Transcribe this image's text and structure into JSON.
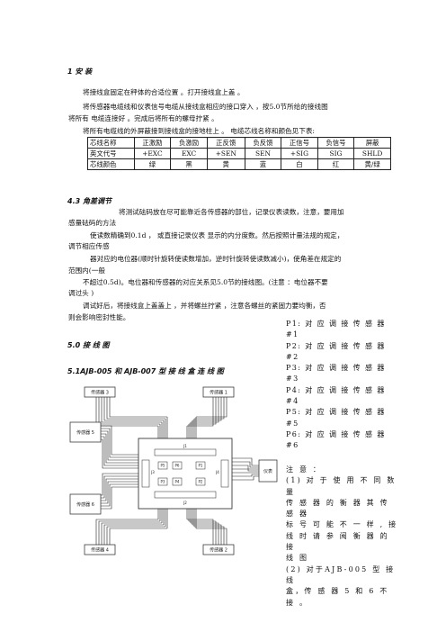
{
  "section1": {
    "heading": "1 安  装",
    "para1": "将接线盒固定在秤体的合适位置  。打开接线盒上盖  。",
    "para2a": "将传感器电缆线和仪表信号电缆从接线盒相应的接口穿入  ，按5.0节所给的接线图",
    "para2b": "将所有  电缆连接好  。完成后将所有的螺母拧紧  。",
    "para3": "将所有电缆线的外屏蔽接到接线盒的接地柱上  。 电缆芯线名称和颜色见下表:"
  },
  "core_table": {
    "rows": [
      [
        "芯线名称",
        "正激励",
        "负激励",
        "正反馈",
        "负反馈",
        "正信号",
        "负信号",
        "屏蔽"
      ],
      [
        "英文代号",
        "+EXC",
        "EXC",
        "+SEN",
        "SEN",
        "+SIG",
        "SIG",
        "SHLD"
      ],
      [
        "芯线颜色",
        "绿",
        "黑",
        "黄",
        "蓝",
        "白",
        "红",
        "黄/绿"
      ]
    ]
  },
  "section43": {
    "heading": "4.3 角差调节",
    "line1": "将测试砝码放在尽可能靠近各传感器的部位，记录仪表读数，注意，要用加",
    "line2": "感量砝码的方法",
    "line3": "使读数精确到0.1d  ，  或直接记录仪表  显示的内分度数。然后按照计量法规的规定，",
    "line4": "调节相应传感",
    "line5": "器对应的电位器(顺时针旋转使读数增加，逆时针旋转使读数减小)，使角差在规定的",
    "line6": "范围内(一般",
    "line7": "不超过0.5d)。电位器和传感器的对应关系见5.0节的接线图。(注意  ：电位器不要",
    "line8": "调过头  )",
    "line9": "调试好后，将接线盒上盖盖上  ，并将螺丝拧紧  ，注意各螺丝的紧固力要均衡，否",
    "line10": "则会影响密封性能。"
  },
  "section50": {
    "heading": "5.0 接  线  图"
  },
  "section51": {
    "heading": "5.1AJB-005 和 AJB-007 型 接 线 盒 连 线 图"
  },
  "pot_list": [
    "P1: 对 应 调 接 传 感 器",
    "#1",
    "P2: 对 应 调 接 传 感 器",
    "#2",
    "P3: 对 应 调 接 传 感 器",
    "#3",
    "P4: 对 应 调 接 传 感 器",
    "#4",
    "P5: 对 应 调 接 传 感 器",
    "#5",
    "P6: 对 应 调 接 传 感 器",
    "#6"
  ],
  "notes": [
    "注 意 ：",
    "(1) 对 于 使 用 不 同 数 量",
    "传 感 器 的 衡 器 其 传 感 器",
    "标 号 可 能 不 一 样 , 接",
    "线 时 请 参 阅 衡 器 的 接",
    "线 图",
    "(2)  对于AJB-005 型  接  线",
    "盒，传 感 器 5 和 6 不 接 。"
  ],
  "diagram": {
    "sensor3": "传感器 3",
    "sensor1": "传感器 1",
    "sensor5": "传感器 5",
    "sensor6": "传感器 6",
    "sensor4": "传感器 4",
    "sensor2": "传感器 2",
    "meter": "仪表",
    "pots": [
      "P5",
      "P6",
      "P1",
      "P3",
      "P4",
      "P2"
    ],
    "junctions": [
      "J1",
      "J2",
      "J3",
      "J4"
    ]
  }
}
